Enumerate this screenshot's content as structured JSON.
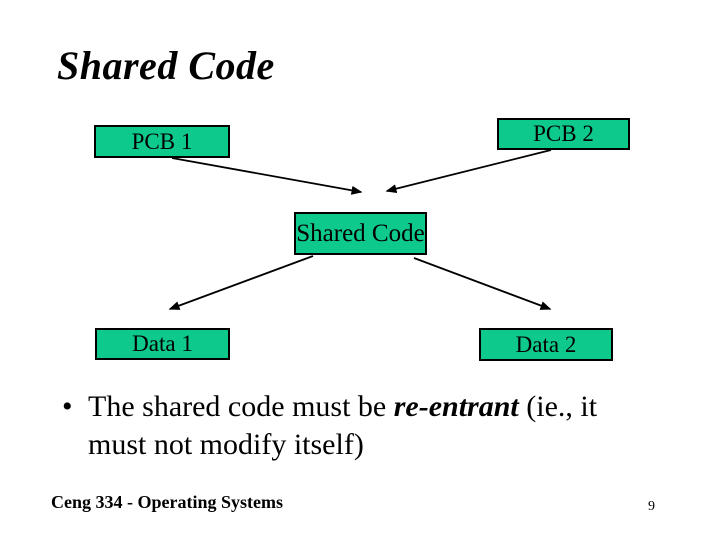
{
  "slide": {
    "title": "Shared Code",
    "footer": "Ceng 334 - Operating Systems",
    "page_number": "9"
  },
  "diagram": {
    "box_fill_color": "#0DC98B",
    "box_border_color": "#000000",
    "arrow_color": "#000000",
    "boxes": [
      {
        "id": "pcb1",
        "label": "PCB 1"
      },
      {
        "id": "pcb2",
        "label": "PCB 2"
      },
      {
        "id": "shared-code",
        "label": "Shared Code"
      },
      {
        "id": "data1",
        "label": "Data 1"
      },
      {
        "id": "data2",
        "label": "Data 2"
      }
    ],
    "arrows": [
      {
        "from": "PCB 1",
        "to": "Shared Code"
      },
      {
        "from": "PCB 2",
        "to": "Shared Code"
      },
      {
        "from": "Shared Code",
        "to": "Data 1"
      },
      {
        "from": "Shared Code",
        "to": "Data 2"
      }
    ]
  },
  "bullet": {
    "marker": "•",
    "line1": {
      "before_emphasis": "The shared code must be ",
      "emphasis": "re-entrant",
      "after_emphasis": " (ie., it"
    },
    "line2": "must not modify itself)"
  }
}
